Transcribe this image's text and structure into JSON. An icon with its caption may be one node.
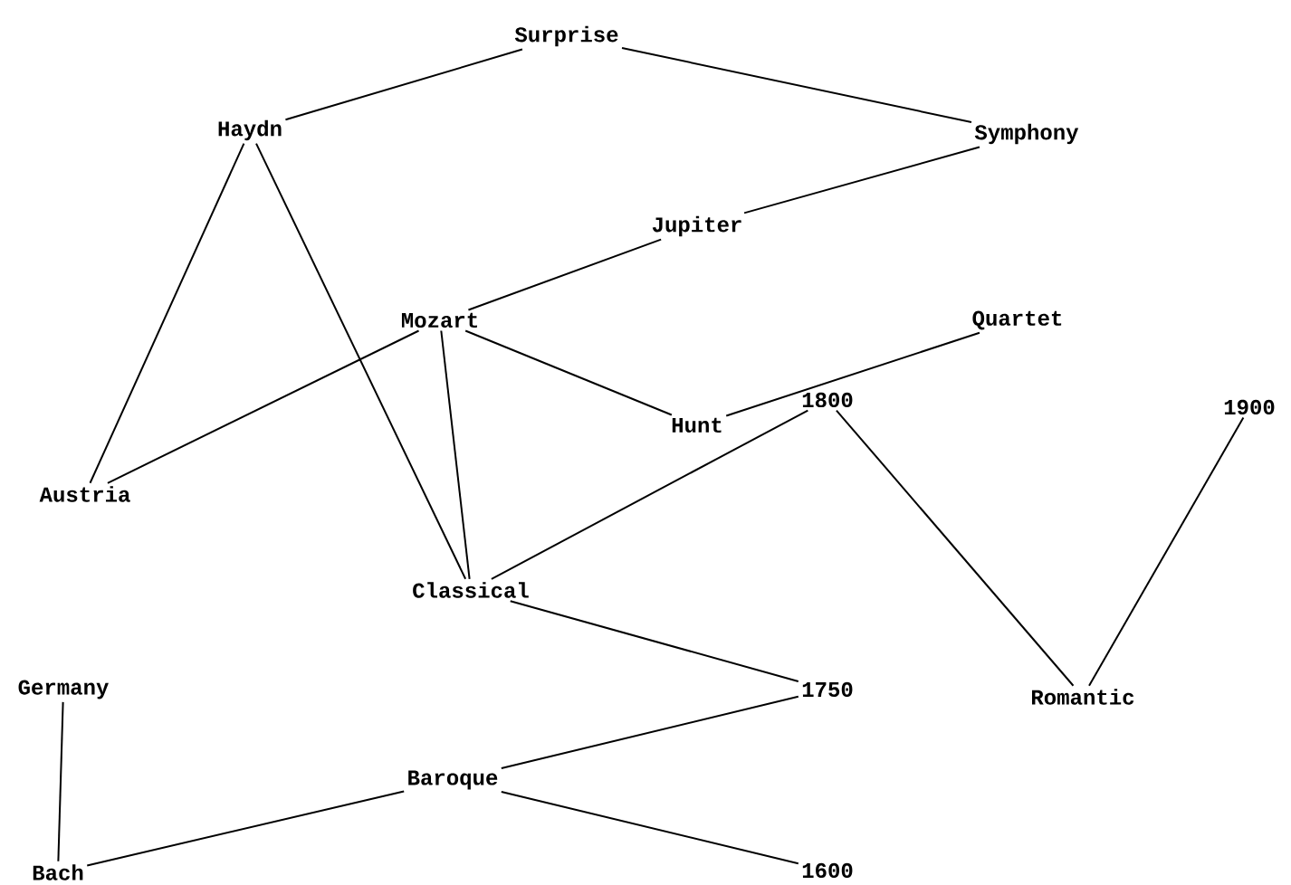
{
  "diagram": {
    "nodes": [
      {
        "text": [
          "Surprise"
        ]
      },
      {
        "text": [
          "Haydn"
        ]
      },
      {
        "text": [
          "Symphony"
        ]
      },
      {
        "text": [
          "Jupiter"
        ]
      },
      {
        "text": [
          "Mozart"
        ]
      },
      {
        "text": [
          "Quartet"
        ]
      },
      {
        "text": [
          "Hunt"
        ]
      },
      {
        "text": [
          "Austria"
        ]
      },
      {
        "text": [
          "1800"
        ]
      },
      {
        "text": [
          "1900"
        ]
      },
      {
        "text": [
          "Classical"
        ]
      },
      {
        "text": [
          "Romantic"
        ]
      },
      {
        "text": [
          "Germany"
        ]
      },
      {
        "text": [
          "1750"
        ]
      },
      {
        "text": [
          "Baroque"
        ]
      },
      {
        "text": [
          "Bach"
        ]
      },
      {
        "text": [
          "1600"
        ]
      }
    ],
    "edges": [
      {
        "from": 1,
        "to": 0,
        "arrow": "none"
      },
      {
        "from": 0,
        "to": 2,
        "arrow": "none"
      },
      {
        "from": 2,
        "to": 3,
        "arrow": "none"
      },
      {
        "from": 3,
        "to": 4,
        "arrow": "none"
      },
      {
        "from": 4,
        "to": 6,
        "arrow": "none"
      },
      {
        "from": 6,
        "to": 5,
        "arrow": "none"
      },
      {
        "from": 1,
        "to": 7,
        "arrow": "none"
      },
      {
        "from": 1,
        "to": 10,
        "arrow": "none"
      },
      {
        "from": 4,
        "to": 7,
        "arrow": "none"
      },
      {
        "from": 4,
        "to": 10,
        "arrow": "none"
      },
      {
        "from": 10,
        "to": 8,
        "arrow": "none"
      },
      {
        "from": 10,
        "to": 13,
        "arrow": "none"
      },
      {
        "from": 8,
        "to": 11,
        "arrow": "none"
      },
      {
        "from": 11,
        "to": 9,
        "arrow": "none"
      },
      {
        "from": 12,
        "to": 15,
        "arrow": "none"
      },
      {
        "from": 15,
        "to": 14,
        "arrow": "none"
      },
      {
        "from": 14,
        "to": 13,
        "arrow": "none"
      },
      {
        "from": 14,
        "to": 16,
        "arrow": "none"
      }
    ]
  }
}
